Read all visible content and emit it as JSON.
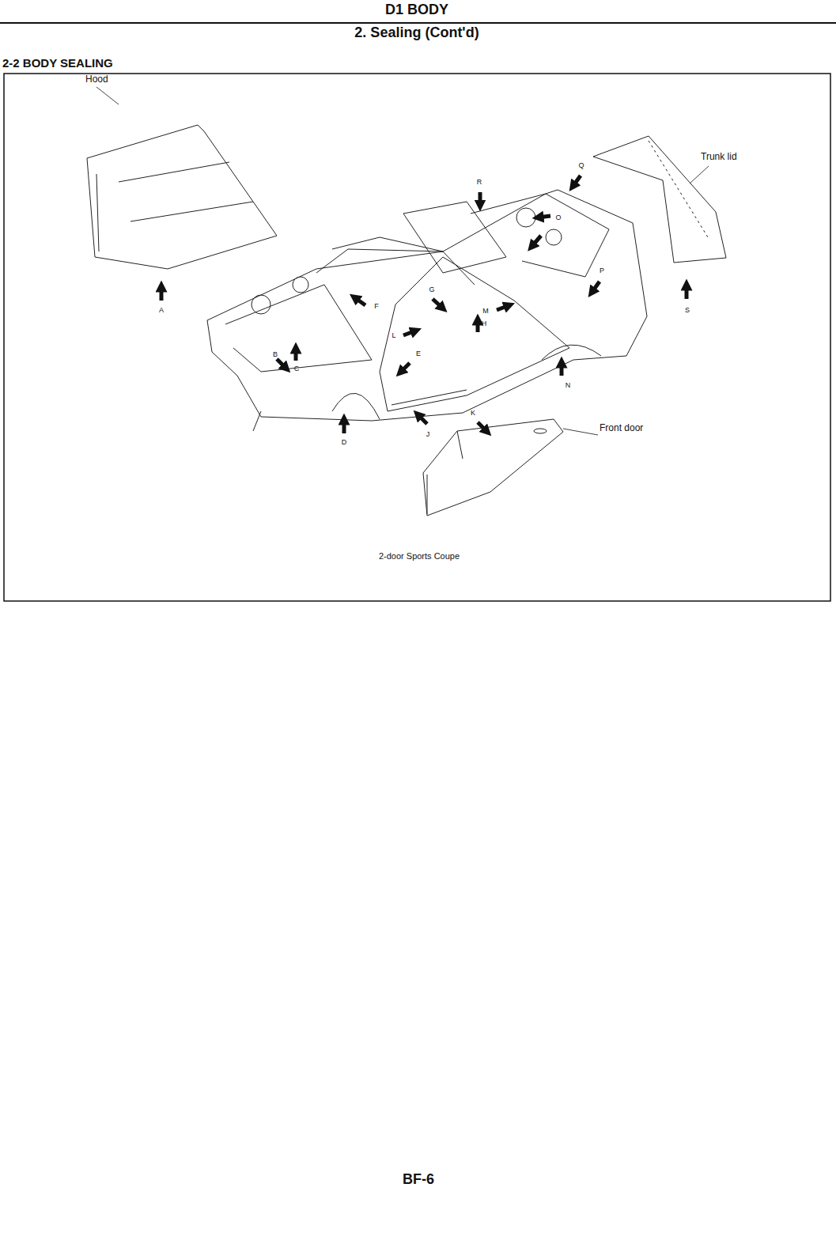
{
  "diagram": {
    "title": "D1 BODY",
    "caption": "2-door Sports Coupe",
    "labels": [
      "2. Sealing (Cont'd)",
      "2-2 BODY SEALING",
      "Hood",
      "Trunk lid",
      "Front door",
      "A",
      "B",
      "C",
      "D",
      "E",
      "F",
      "G",
      "H",
      "J",
      "K",
      "L",
      "M",
      "N",
      "O",
      "P",
      "Q",
      "R",
      "S",
      "BF-6"
    ]
  }
}
